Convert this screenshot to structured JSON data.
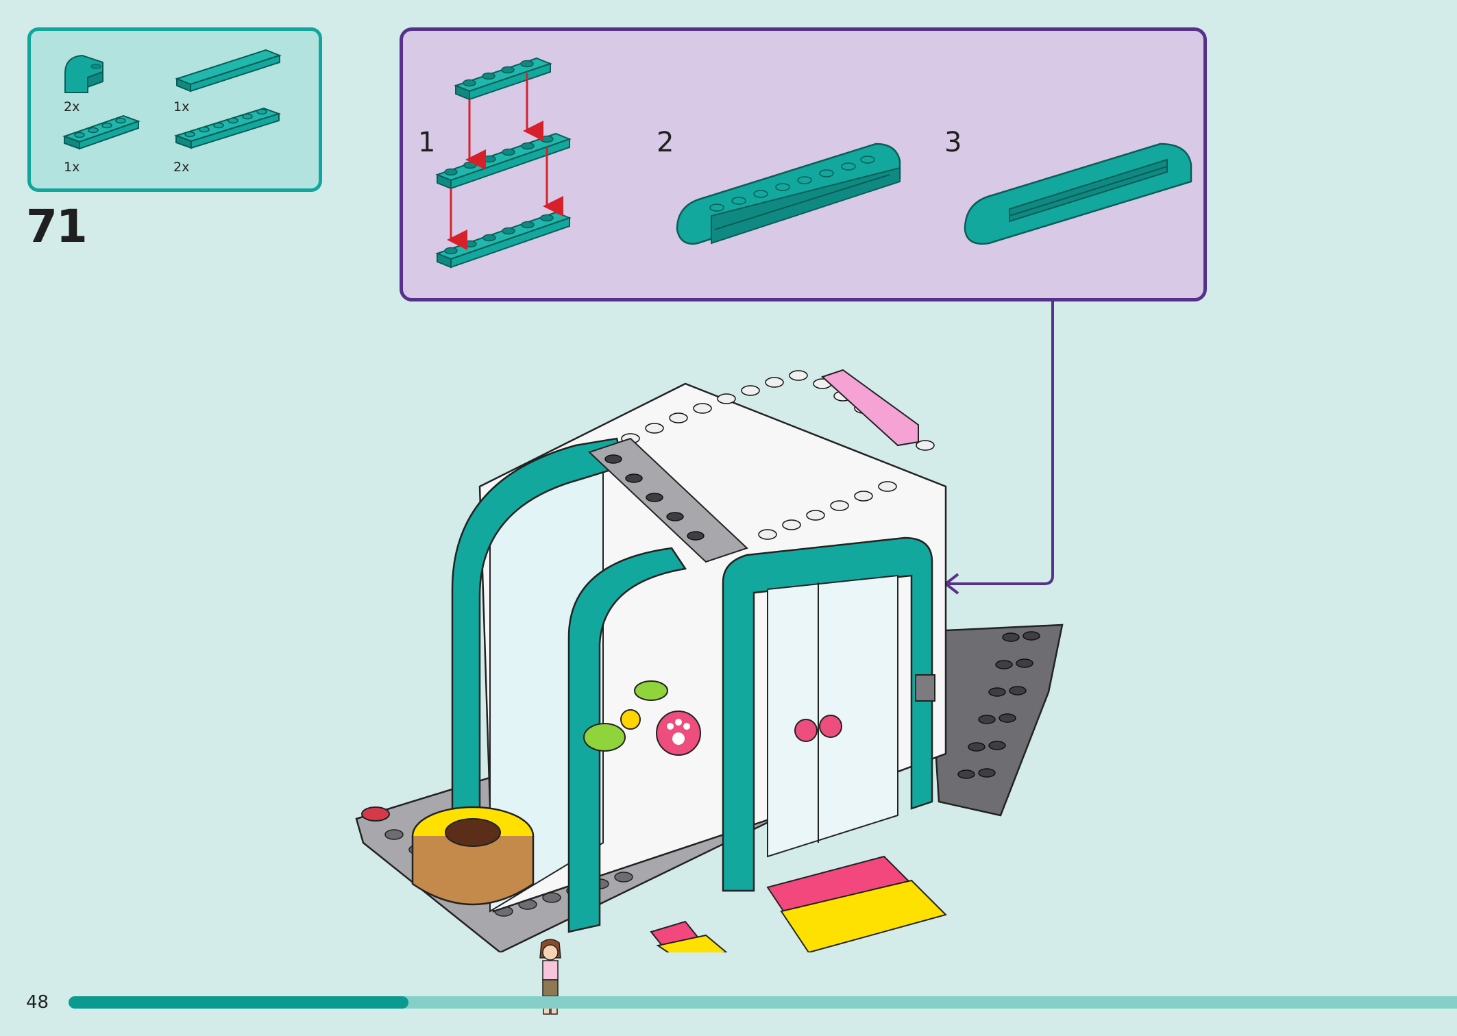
{
  "parts_list": {
    "items": [
      {
        "name": "curved-slope-1x2",
        "qty": "2x"
      },
      {
        "name": "plate-1x8-teal",
        "qty": "1x"
      },
      {
        "name": "plate-1x4-teal",
        "qty": "1x"
      },
      {
        "name": "plate-1x6-teal",
        "qty": "2x"
      }
    ]
  },
  "step": {
    "number": "71"
  },
  "sub_steps": [
    {
      "number": "1"
    },
    {
      "number": "2"
    },
    {
      "number": "3"
    }
  ],
  "page": {
    "number": "48"
  },
  "progress": {
    "fraction": 0.245
  },
  "colors": {
    "background": "#d3ecea",
    "parts_border": "#11a69c",
    "subassembly_bg": "#d8c9e6",
    "subassembly_border": "#56308a",
    "teal_brick": "#13a89e",
    "progress_fill": "#0a9a8f",
    "progress_track": "#86cfc8"
  }
}
